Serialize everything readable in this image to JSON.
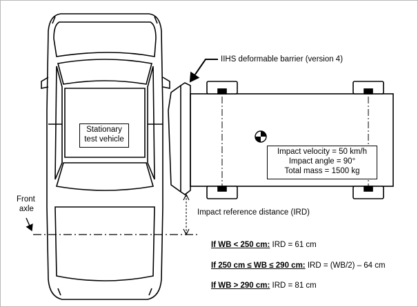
{
  "vehicle_label": {
    "line1": "Stationary",
    "line2": "test vehicle"
  },
  "front_axle_label": {
    "line1": "Front",
    "line2": "axle"
  },
  "barrier_label": "IIHS deformable barrier (version 4)",
  "impact_box": {
    "line1": "Impact velocity = 50 km/h",
    "line2": "Impact angle = 90°",
    "line3": "Total mass = 1500 kg"
  },
  "ird_label": "Impact reference distance (IRD)",
  "rules": [
    {
      "condition": "If WB < 250 cm:",
      "result": " IRD = 61 cm"
    },
    {
      "condition": "If 250 cm ≤ WB ≤ 290 cm:",
      "result": " IRD = (WB/2) – 64 cm"
    },
    {
      "condition": "If WB > 290 cm:",
      "result": " IRD = 81 cm"
    }
  ]
}
